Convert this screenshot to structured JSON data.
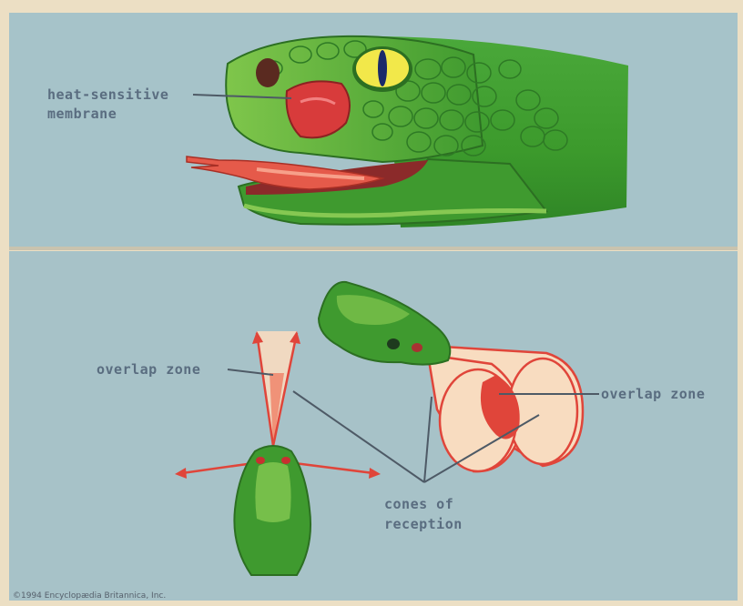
{
  "labels": {
    "heat_membrane_line1": "heat-sensitive",
    "heat_membrane_line2": "membrane",
    "overlap_zone_left": "overlap zone",
    "overlap_zone_right": "overlap zone",
    "cones_line1": "cones of",
    "cones_line2": "reception"
  },
  "credit": "©1994 Encyclopædia Britannica, Inc.",
  "colors": {
    "background": "#a6c3c9",
    "snake_green": "#3f9a2f",
    "snake_light": "#8fcf55",
    "cone_fill": "#f8dcc0",
    "overlap_red": "#e0453a",
    "arrow_red": "#e0453a",
    "label_text": "#5a6d80"
  }
}
